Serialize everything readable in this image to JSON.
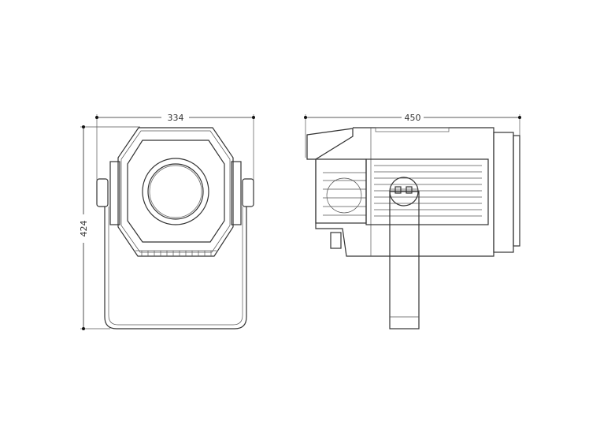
{
  "front_view": {
    "width_dimension": "334",
    "height_dimension": "424"
  },
  "side_view": {
    "length_dimension": "450"
  }
}
